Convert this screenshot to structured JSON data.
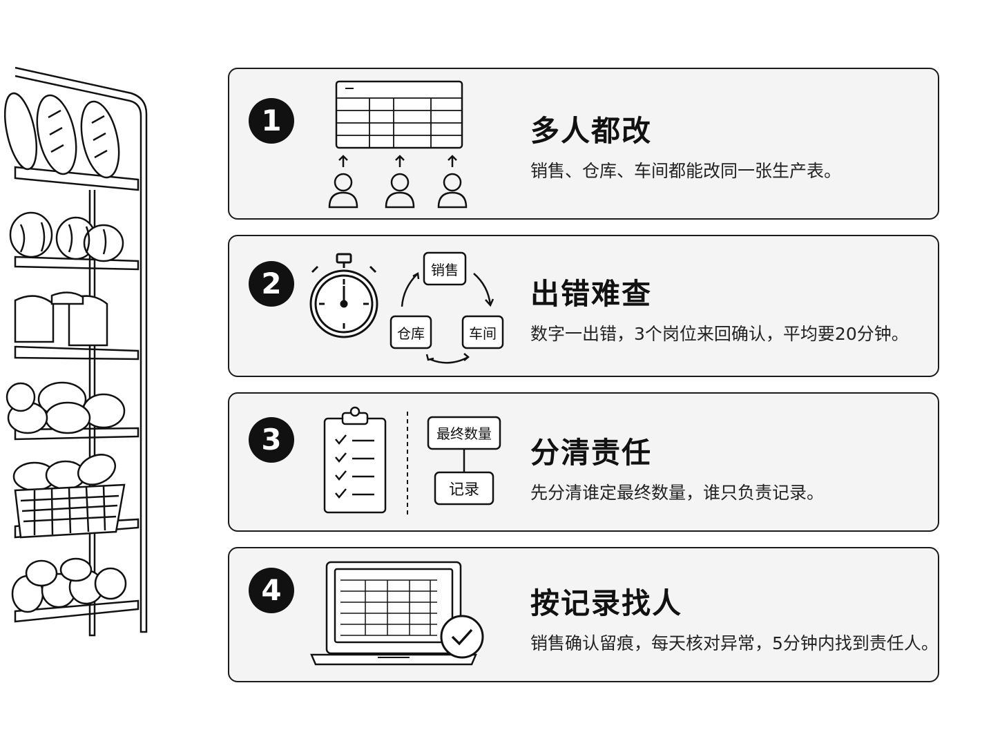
{
  "steps": [
    {
      "number": "1",
      "title": "多人都改",
      "desc": "销售、仓库、车间都能改同一张生产表。"
    },
    {
      "number": "2",
      "title": "出错难查",
      "desc": "数字一出错，3个岗位来回确认，平均要20分钟。",
      "roles": {
        "sales": "销售",
        "warehouse": "仓库",
        "workshop": "车间"
      }
    },
    {
      "number": "3",
      "title": "分清责任",
      "desc": "先分清谁定最终数量，谁只负责记录。",
      "boxes": {
        "final": "最终数量",
        "record": "记录"
      }
    },
    {
      "number": "4",
      "title": "按记录找人",
      "desc": "销售确认留痕，每天核对异常，5分钟内找到责任人。"
    }
  ],
  "icons": [
    "bread-shelf-illustration",
    "spreadsheet-icon",
    "user-icon",
    "stopwatch-icon",
    "cycle-arrows-icon",
    "checklist-clipboard-icon",
    "laptop-icon",
    "checkmark-circle-icon"
  ]
}
